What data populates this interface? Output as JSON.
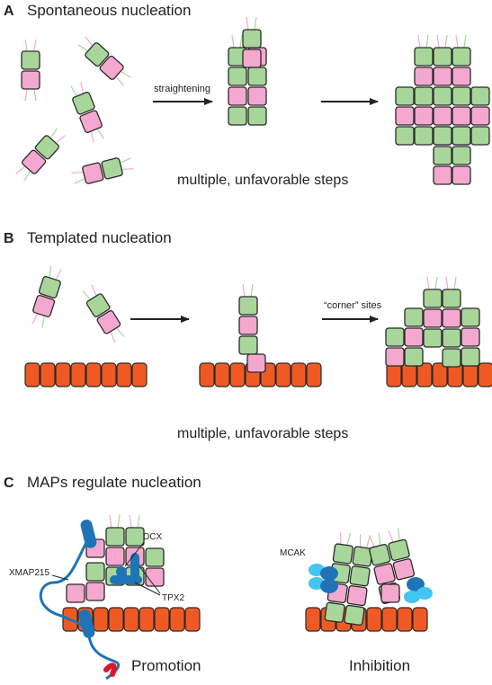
{
  "colors": {
    "alpha": "#f4a8cf",
    "beta": "#a8d69a",
    "template": "#ef5a24",
    "map_blue": "#1f74b8",
    "mcak_light": "#42c5f0",
    "red_tail": "#d7192a",
    "outline": "#2a2a2a"
  },
  "panel_a": {
    "letter": "A",
    "title": "Spontaneous nucleation",
    "arrow_label": "straightening",
    "caption": "multiple, unfavorable steps"
  },
  "panel_b": {
    "letter": "B",
    "title": "Templated nucleation",
    "arrow_label": "“corner” sites",
    "caption": "multiple, unfavorable steps"
  },
  "panel_c": {
    "letter": "C",
    "title": "MAPs regulate nucleation",
    "labels": {
      "dcx": "DCX",
      "xmap215": "XMAP215",
      "tpx2": "TPX2",
      "mcak": "MCAK"
    },
    "promotion": "Promotion",
    "inhibition": "Inhibition"
  }
}
